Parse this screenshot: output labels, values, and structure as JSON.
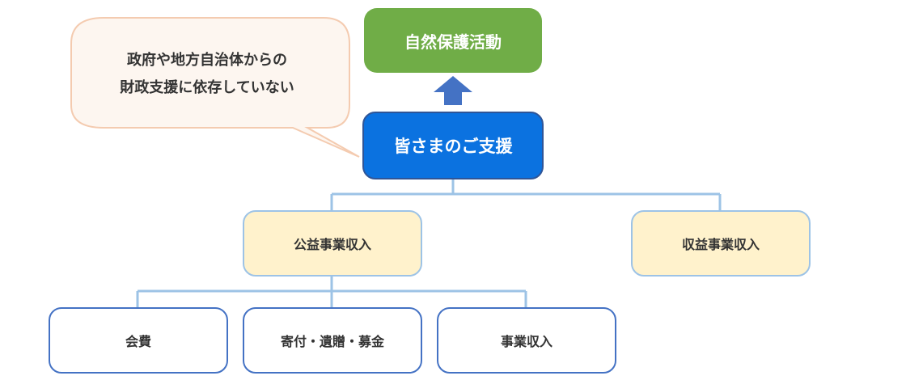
{
  "bubble": {
    "line1": "政府や地方自治体からの",
    "line2": "財政支援に依存していない"
  },
  "nodes": {
    "goal": "自然保護活動",
    "support": "皆さまのご支援",
    "public_income": "公益事業収入",
    "revenue_income": "収益事業収入",
    "membership_fee": "会費",
    "donations": "寄付・遺贈・募金",
    "business_income": "事業収入"
  },
  "colors": {
    "goal": "#70ad47",
    "support": "#0b72e0",
    "arrow": "#4472c4",
    "connector": "#9dc3e6",
    "yellow_box": "#fff2cc",
    "bubble_fill": "#fdf6f0",
    "bubble_border": "#f4cbb0"
  }
}
